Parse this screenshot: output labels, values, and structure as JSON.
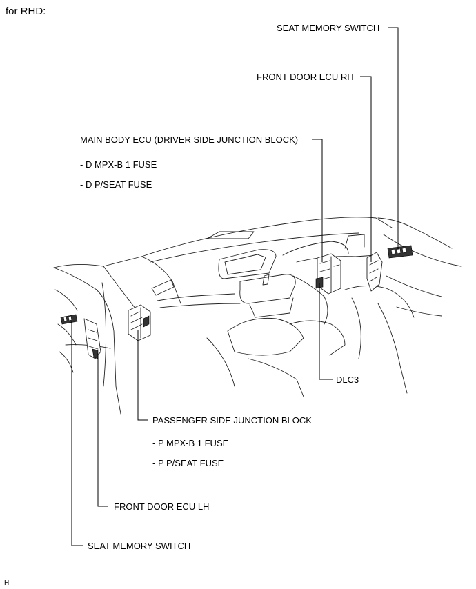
{
  "heading": "for RHD:",
  "corner_mark": "H",
  "labels": {
    "seat_memory_switch_rh": "SEAT MEMORY SWITCH",
    "front_door_ecu_rh": "FRONT DOOR ECU RH",
    "main_body_ecu": "MAIN BODY ECU (DRIVER SIDE JUNCTION BLOCK)",
    "d_mpx_fuse": "- D MPX-B 1 FUSE",
    "d_pseat_fuse": "- D P/SEAT FUSE",
    "dlc3": "DLC3",
    "passenger_jb": "PASSENGER SIDE JUNCTION BLOCK",
    "p_mpx_fuse": "- P MPX-B 1 FUSE",
    "p_pseat_fuse": "- P P/SEAT FUSE",
    "front_door_ecu_lh": "FRONT DOOR ECU LH",
    "seat_memory_switch_lh": "SEAT MEMORY SWITCH"
  }
}
